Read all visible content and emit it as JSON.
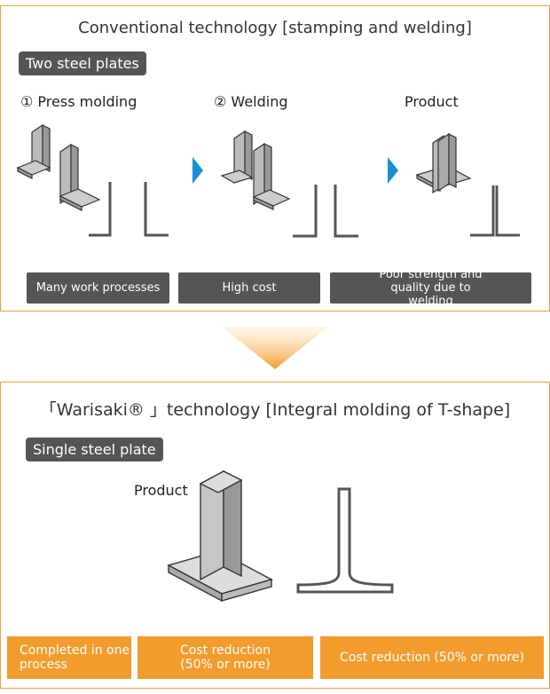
{
  "conventional": {
    "title": "Conventional technology [stamping and welding]",
    "tag": "Two steel plates",
    "steps": [
      "① Press molding",
      "②  Welding",
      "Product"
    ],
    "issues": [
      "Many work processes",
      "High cost",
      "Poor strength and quality due to welding"
    ]
  },
  "warisaki": {
    "title": "「Warisaki® 」technology [Integral molding of T-shape]",
    "tag": "Single steel plate",
    "product_label": "Product",
    "benefits": [
      "Completed in one process",
      "Cost reduction (50% or more)",
      "Cost reduction (50% or more)"
    ]
  },
  "colors": {
    "accent": "#f39c2e",
    "dark_box": "#555555",
    "border": "#f0a040",
    "arrow_blue": "#1a8fd6"
  }
}
